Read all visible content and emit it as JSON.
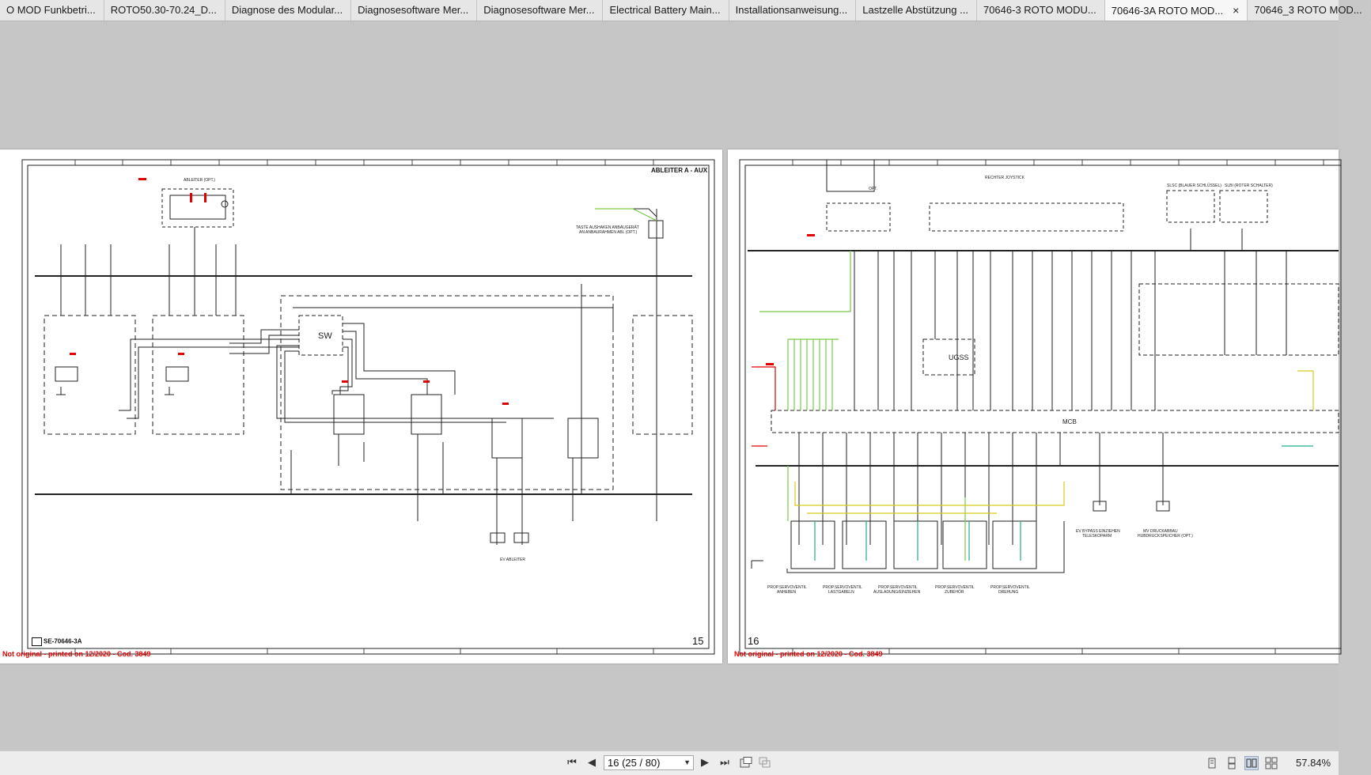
{
  "tabs": [
    {
      "label": "O MOD Funkbetri...",
      "active": false
    },
    {
      "label": "ROTO50.30-70.24_D...",
      "active": false
    },
    {
      "label": "Diagnose des Modular...",
      "active": false
    },
    {
      "label": "Diagnosesoftware Mer...",
      "active": false
    },
    {
      "label": "Diagnosesoftware Mer...",
      "active": false
    },
    {
      "label": "Electrical Battery Main...",
      "active": false
    },
    {
      "label": "Installationsanweisung...",
      "active": false
    },
    {
      "label": "Lastzelle Abstützung ...",
      "active": false
    },
    {
      "label": "70646-3 ROTO MODU...",
      "active": false
    },
    {
      "label": "70646-3A ROTO MOD...",
      "active": true,
      "close": "×"
    },
    {
      "label": "70646_3 ROTO MOD...",
      "active": false
    }
  ],
  "page15": {
    "header": "ABLEITER A - AUX",
    "number": "15",
    "doc_code": "SE-70646-3A",
    "warning": "Not original - printed on 12/2020 - Cod. 3849",
    "labels": {
      "ableiter": "ABLEITER (OPT.)",
      "sw": "SW",
      "taste": "TASTE AUSHAKEN ANBAUGERÄT",
      "taste2": "AN ANBAURAHMEN ABL (OPT.)",
      "ev": "EV ABLEITER"
    }
  },
  "page16": {
    "number": "16",
    "warning": "Not original - printed on 12/2020 - Cod. 3849",
    "labels": {
      "joystick": "RECHTER JOYSTICK",
      "slsc": "SLSC (BLAUER SCHLÜSSEL)",
      "slbi": "SLBI (ROTER SCHALTER)",
      "ugss": "UGSS",
      "mcb": "MCB",
      "opt": "OPT.",
      "bypass": "EV BYPASS EINZIEHEN",
      "bypass2": "TELESKOPARM",
      "mv": "MV DRUCKABBAU",
      "mv2": "HUBDRUCKSPEICHER (OPT.)",
      "prop1a": "PROP.SERVOVENTIL",
      "prop1b": "ANHEBEN",
      "prop2a": "PROP.SERVOVENTIL",
      "prop2b": "LASTGABELN",
      "prop3a": "PROP.SERVOVENTIL",
      "prop3b": "AUSLADUNG/EINZIEHEN",
      "prop4a": "PROP.SERVOVENTIL",
      "prop4b": "ZUBEHÖR",
      "prop5a": "PROP.SERVOVENTIL",
      "prop5b": "DREHUNG"
    }
  },
  "toolbar": {
    "page_value": "16 (25 / 80)",
    "zoom": "57.84%",
    "first_icon": "first-page-icon",
    "prev_icon": "prev-page-icon",
    "next_icon": "next-page-icon",
    "last_icon": "last-page-icon"
  }
}
